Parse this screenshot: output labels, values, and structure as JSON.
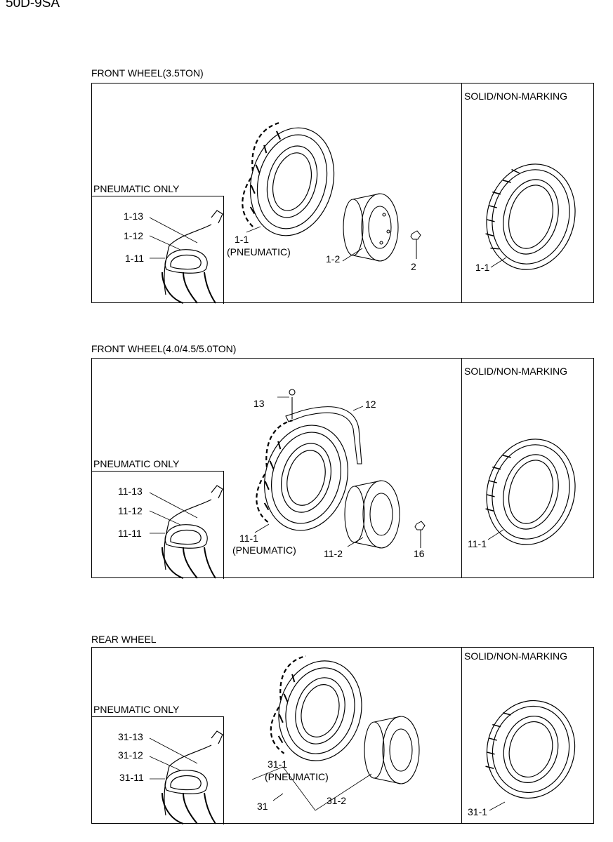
{
  "model": "50D-9SA",
  "sections": [
    {
      "title": "FRONT WHEEL(3.5TON)",
      "solid_label": "SOLID/NON-MARKING",
      "pneumatic_label": "PNEUMATIC ONLY",
      "inset_parts": [
        "1-13",
        "1-12",
        "1-11"
      ],
      "tire_part": "1-1",
      "tire_note": "(PNEUMATIC)",
      "rim_part": "1-2",
      "nut_part": "2",
      "solid_part": "1-1"
    },
    {
      "title": "FRONT WHEEL(4.0/4.5/5.0TON)",
      "solid_label": "SOLID/NON-MARKING",
      "pneumatic_label": "PNEUMATIC ONLY",
      "inset_parts": [
        "11-13",
        "11-12",
        "11-11"
      ],
      "tire_part": "11-1",
      "tire_note": "(PNEUMATIC)",
      "rim_part": "11-2",
      "nut_part": "16",
      "solid_part": "11-1",
      "bolt_part": "13",
      "bracket_part": "12"
    },
    {
      "title": "REAR WHEEL",
      "solid_label": "SOLID/NON-MARKING",
      "pneumatic_label": "PNEUMATIC ONLY",
      "inset_parts": [
        "31-13",
        "31-12",
        "31-11"
      ],
      "tire_part": "31-1",
      "tire_note": "(PNEUMATIC)",
      "rim_part": "31-2",
      "assembly_part": "31",
      "solid_part": "31-1"
    }
  ]
}
